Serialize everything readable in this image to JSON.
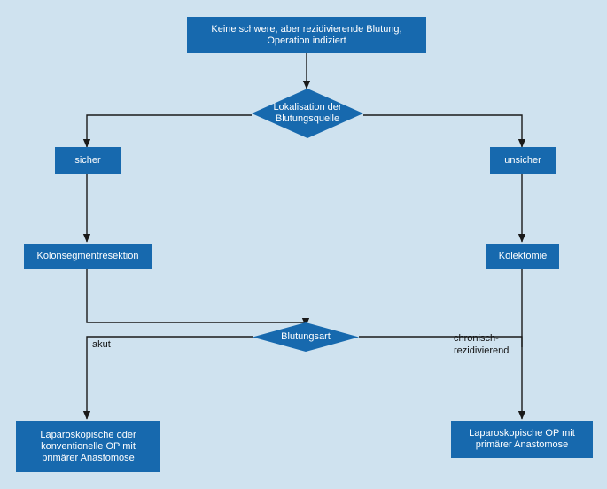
{
  "diagram": {
    "background_color": "#cfe2ef",
    "node_color": "#1769ae",
    "node_text_color": "#ffffff",
    "line_color": "#1a1a1a",
    "nodes": {
      "start": "Keine schwere, aber rezidivierende Blutung, Operation indiziert",
      "decision_localisation": "Lokalisation der Blutungsquelle",
      "sicher": "sicher",
      "unsicher": "unsicher",
      "kolonsegmentresektion": "Kolonsegmentresektion",
      "kolektomie": "Kolektomie",
      "decision_blutungsart": "Blutungsart",
      "lap_oder_konv": "Laparoskopische oder konventionelle OP mit primärer Anastomose",
      "lap_primaer": "Laparoskopische OP mit primärer Anastomose"
    },
    "edge_labels": {
      "akut": "akut",
      "chronisch": "chronisch-\nrezidivierend"
    }
  }
}
